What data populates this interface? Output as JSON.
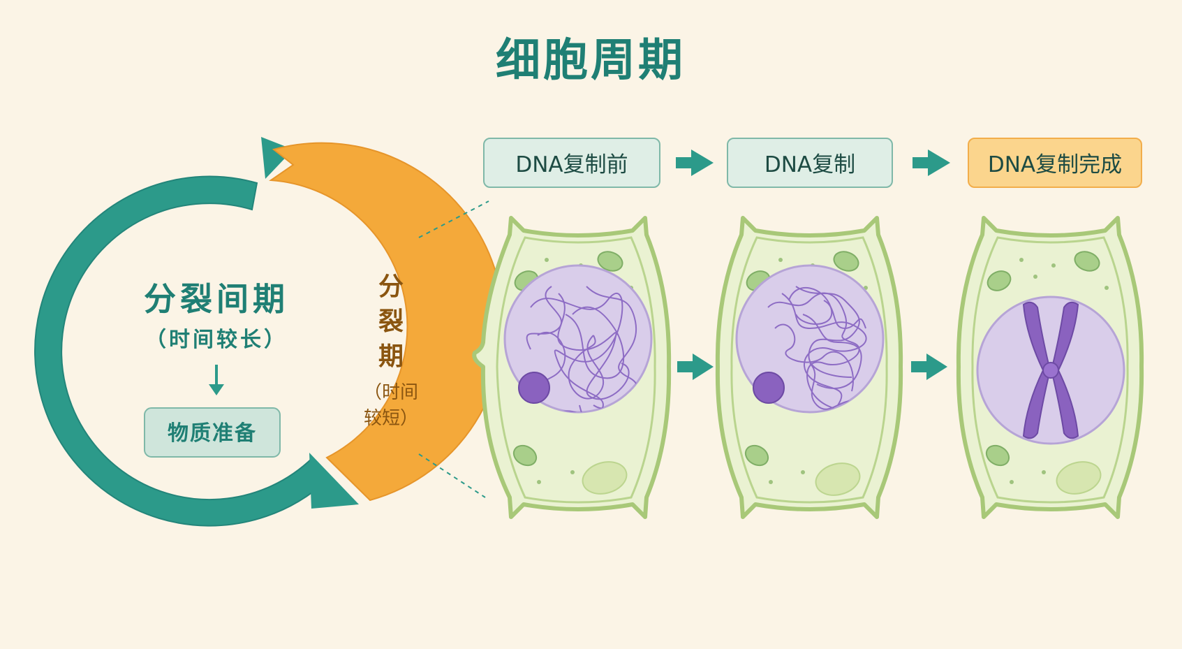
{
  "title": "细胞周期",
  "cycle": {
    "interphase": {
      "title": "分裂间期",
      "duration": "（时间较长）",
      "result": "物质准备"
    },
    "mitosis": {
      "chars": [
        "分",
        "裂",
        "期"
      ],
      "duration_line1": "（时间",
      "duration_line2": "较短）"
    }
  },
  "stages": [
    {
      "label": "DNA复制前"
    },
    {
      "label": "DNA复制"
    },
    {
      "label": "DNA复制完成"
    }
  ],
  "colors": {
    "background": "#fbf4e6",
    "interphase_teal": "#2c9a8a",
    "mitosis_orange": "#f4a93a",
    "cell_wall_green": "#a8c878",
    "cytoplasm": "#eaf2d2",
    "nucleus_purple": "#d9cdea",
    "chromatin_purple": "#8d6cc4",
    "highlight_box": "#fbd58d"
  },
  "icons": [
    "right-arrow-icon",
    "down-arrow-icon",
    "chloroplast-icon"
  ]
}
